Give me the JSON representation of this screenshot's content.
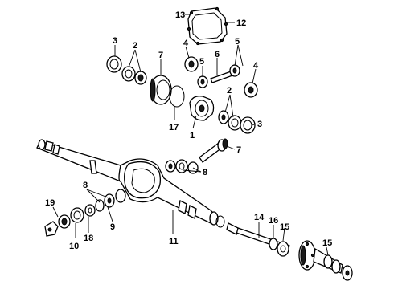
{
  "diagram": {
    "callouts": {
      "c1": "1",
      "c2a": "2",
      "c2b": "2",
      "c3a": "3",
      "c3b": "3",
      "c4a": "4",
      "c4b": "4",
      "c5a": "5",
      "c5b": "5",
      "c6": "6",
      "c7a": "7",
      "c7b": "7",
      "c8a": "8",
      "c8b": "8",
      "c9": "9",
      "c10": "10",
      "c11": "11",
      "c12": "12",
      "c13": "13",
      "c14": "14",
      "c15a": "15",
      "c15b": "15",
      "c16": "16",
      "c17": "17",
      "c18": "18",
      "c19": "19"
    }
  }
}
